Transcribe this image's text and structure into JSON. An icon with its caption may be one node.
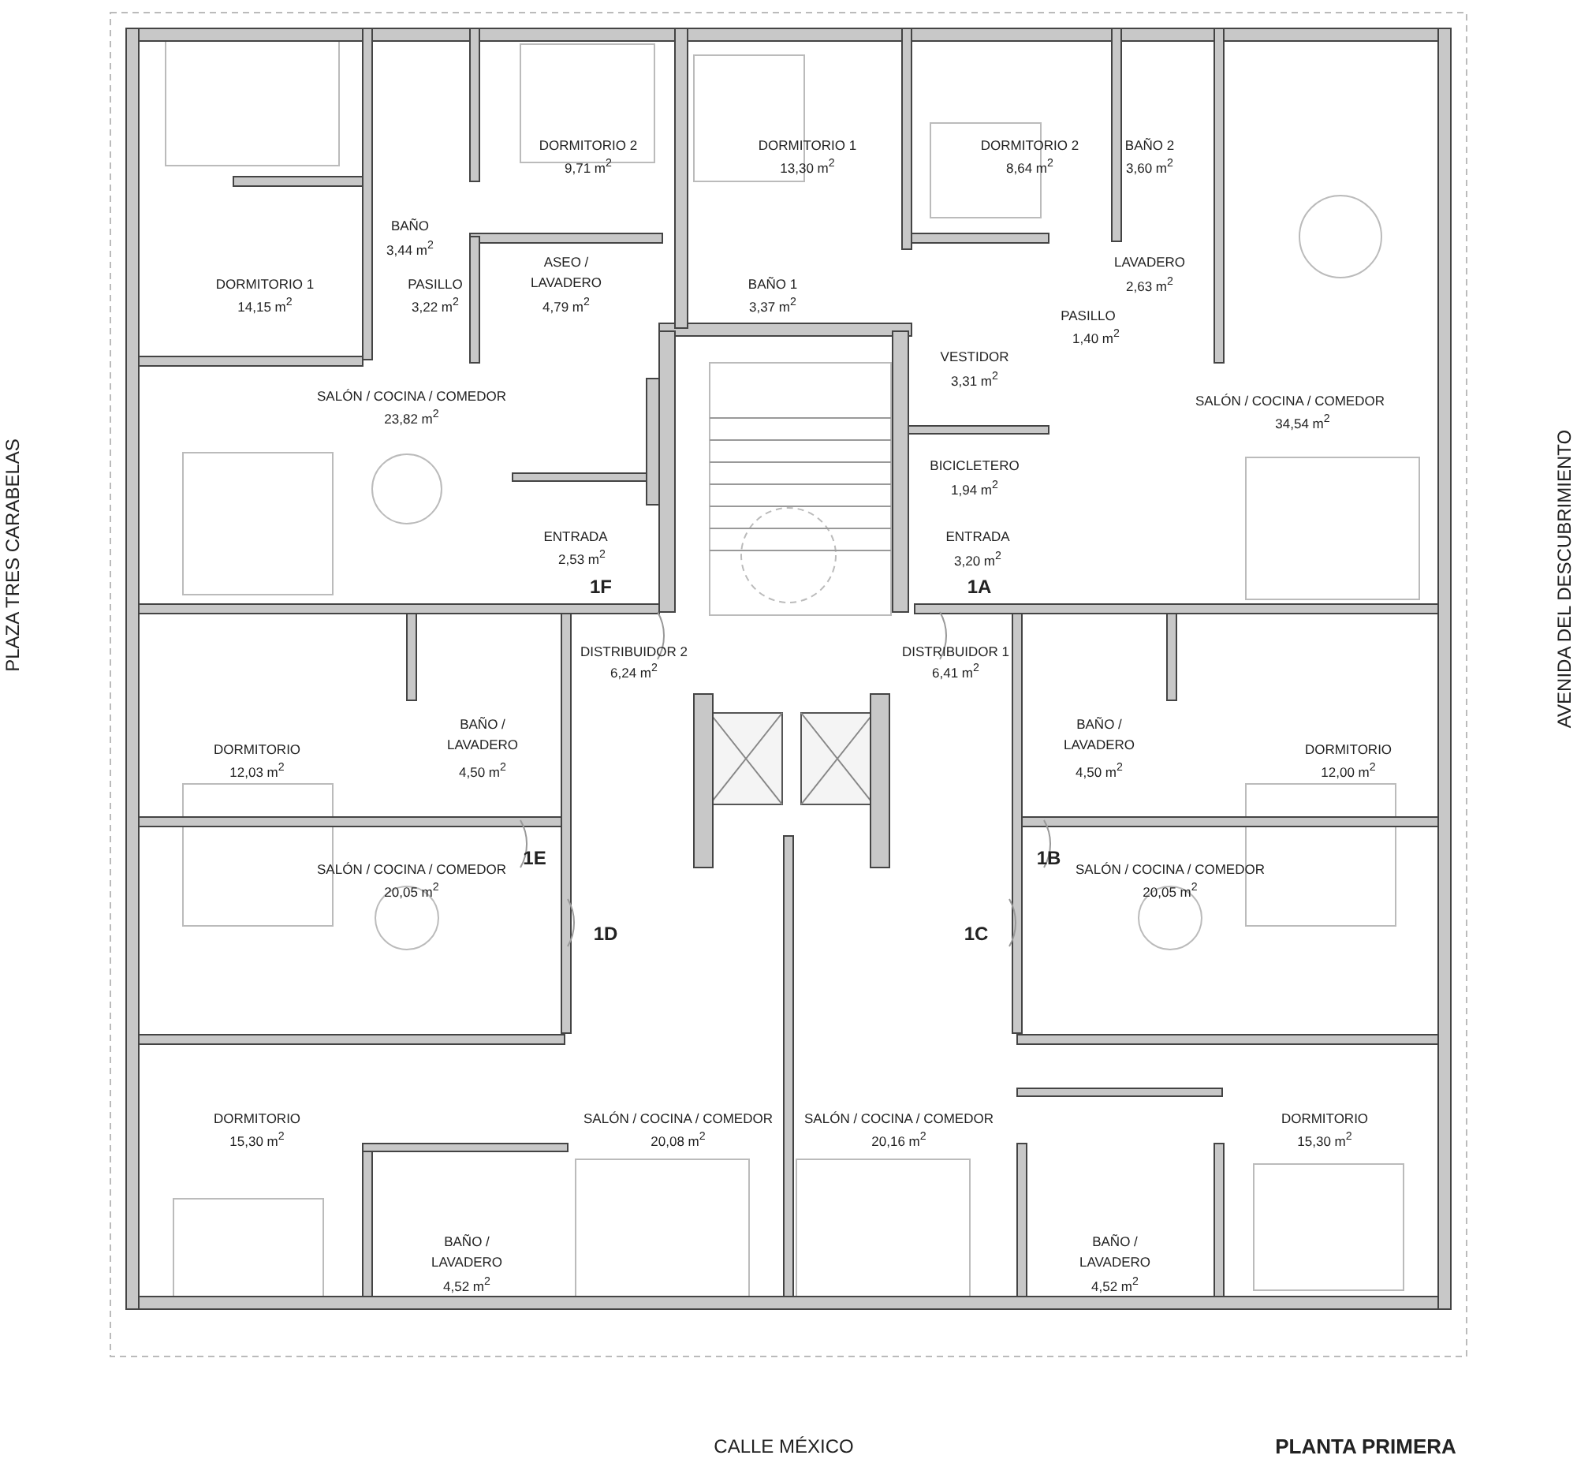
{
  "diagram": {
    "title": "PLANTA PRIMERA",
    "labels": [
      "BAÑO",
      "3,44 m$^{2}$",
      "DORMITORIO 2",
      "9,71 m$^{2}$",
      "DORMITORIO 1",
      "13,30 m$^{2}$",
      "DORMITORIO 2",
      "8,64 m$^{2}$",
      "BAÑO 2",
      "3,60 m$^{2}$",
      "DORMITORIO 1",
      "14,15 m$^{2}$",
      "PASILLO",
      "3,22 m$^{2}$",
      "ASEO / LAVADERO",
      "4,79 m$^{2}$",
      "BAÑO 1",
      "3,37 m$^{2}$",
      "LAVADERO",
      "2,63 m$^{2}$",
      "PASILLO",
      "1,40 m$^{2}$",
      "VESTIDOR",
      "3,31 m$^{2}$",
      "SALÓN / COCINA / COMEDOR",
      "23,82 m$^{2}$",
      "SALÓN / COCINA / COMEDOR",
      "34,54 m$^{2}$",
      "BICICLETERO",
      "1,94 m$^{2}$",
      "ENTRADA",
      "2,53 m$^{2}$",
      "ENTRADA",
      "3,20 m$^{2}$",
      "1F",
      "1A",
      "DISTRIBUIDOR 2",
      "6,24 m$^{2}$",
      "DISTRIBUIDOR 1",
      "6,41 m$^{2}$",
      "DORMITORIO",
      "12,03 m$^{2}$",
      "BAÑO / LAVADERO",
      "4,50 m$^{2}$",
      "BAÑO / LAVADERO",
      "4,50 m$^{2}$",
      "DORMITORIO",
      "12,00 m$^{2}$",
      "1E",
      "1B",
      "SALÓN / COCINA / COMEDOR",
      "20,05 m$^{2}$",
      "SALÓN / COCINA / COMEDOR",
      "20,05 m$^{2}$",
      "1D",
      "1C",
      "DORMITORIO",
      "15,30 m$^{2}$",
      "SALÓN / COCINA / COMEDOR",
      "20,08 m$^{2}$",
      "SALÓN / COCINA / COMEDOR",
      "20,16 m$^{2}$",
      "DORMITORIO",
      "15,30 m$^{2}$",
      "BAÑO / LAVADERO",
      "4,52 m$^{2}$",
      "BAÑO / LAVADERO",
      "4,52 m$^{2}$",
      "PLAZA TRES CARABELAS",
      "AVENIDA DEL DESCUBRIMIENTO",
      "CALLE MÉXICO"
    ]
  }
}
